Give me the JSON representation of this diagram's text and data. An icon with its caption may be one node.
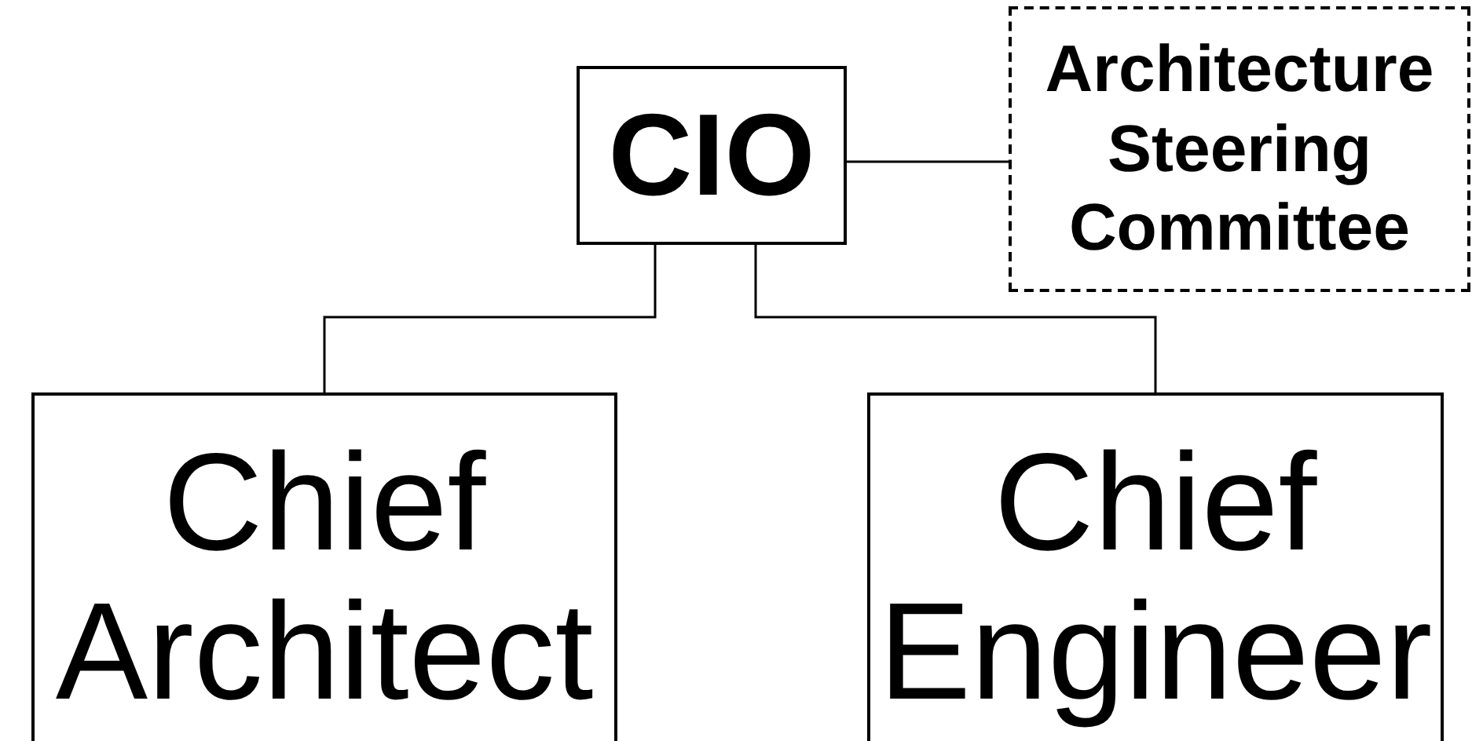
{
  "diagram": {
    "nodes": [
      {
        "text": [
          "CIO"
        ]
      },
      {
        "text": [
          "Architecture Steering Committee"
        ]
      },
      {
        "text": [
          "Chief Architect"
        ]
      },
      {
        "text": [
          "Chief Engineer"
        ]
      }
    ],
    "edges": [
      {
        "from": 0,
        "to": 1,
        "arrow": "none"
      },
      {
        "from": 0,
        "to": 2,
        "arrow": "none"
      },
      {
        "from": 0,
        "to": 3,
        "arrow": "none"
      }
    ]
  }
}
